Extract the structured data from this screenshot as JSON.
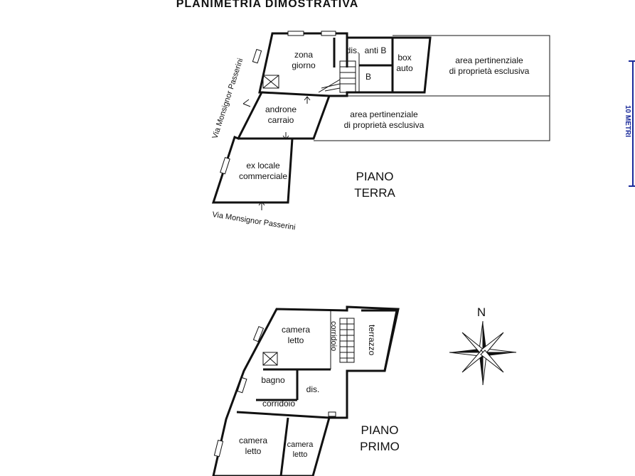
{
  "title": "PLANIMETRIA   DIMOSTRATIVA",
  "scale_label": "10 METRI",
  "compass": {
    "north_label": "N"
  },
  "street_labels": {
    "side": "Via Monsignor Passerini",
    "bottom": "Via Monsignor Passerini"
  },
  "ground_floor": {
    "name_line1": "PIANO",
    "name_line2": "TERRA",
    "rooms": {
      "zona_giorno_1": "zona",
      "zona_giorno_2": "giorno",
      "dis": "dis.",
      "anti_b": "anti B",
      "b": "B",
      "box_1": "box",
      "box_2": "auto",
      "area_top_1": "area pertinenziale",
      "area_top_2": "di proprietà esclusiva",
      "androne_1": "androne",
      "androne_2": "carraio",
      "area_mid_1": "area pertinenziale",
      "area_mid_2": "di proprietà esclusiva",
      "locale_1": "ex locale",
      "locale_2": "commerciale"
    }
  },
  "first_floor": {
    "name_line1": "PIANO",
    "name_line2": "PRIMO",
    "rooms": {
      "camera1_1": "camera",
      "camera1_2": "letto",
      "corridoio_v": "corridoio",
      "terrazzo": "terrazzo",
      "bagno": "bagno",
      "dis": "dis.",
      "corridoio_h": "corridoio",
      "camera2_1": "camera",
      "camera2_2": "letto",
      "camera3_1": "camera",
      "camera3_2": "letto"
    }
  }
}
